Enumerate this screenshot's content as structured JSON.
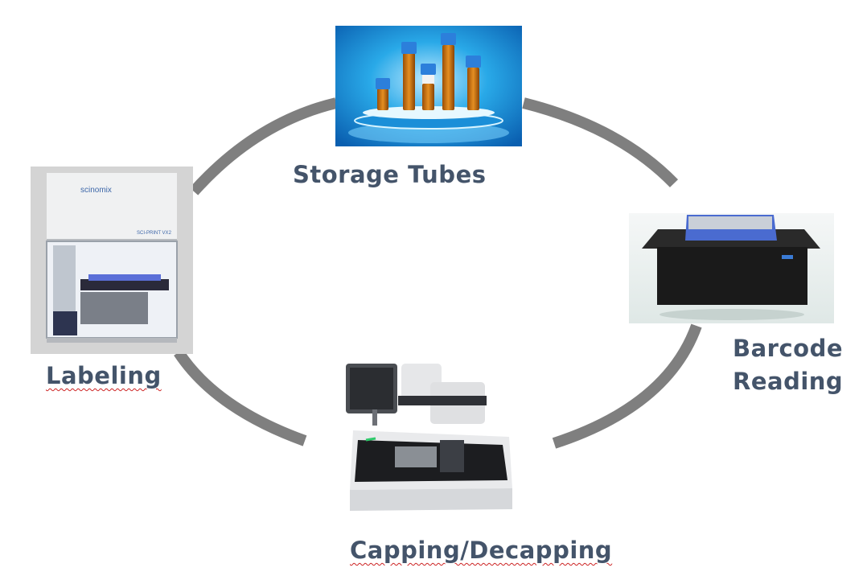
{
  "nodes": {
    "storage": {
      "label": "Storage Tubes"
    },
    "barcode": {
      "label_line1": "Barcode",
      "label_line2": "Reading"
    },
    "capping": {
      "label": "Capping/Decapping"
    },
    "labeling": {
      "label": "Labeling"
    }
  },
  "device_text": {
    "labeler_brand": "scinomix",
    "labeler_model": "SCI-PRINT VX2"
  },
  "colors": {
    "label_text": "#44546a",
    "cycle_ring": "#7f7f7f",
    "storage_background": "#1a9ce0",
    "spellcheck_underline": "#cc2222"
  }
}
